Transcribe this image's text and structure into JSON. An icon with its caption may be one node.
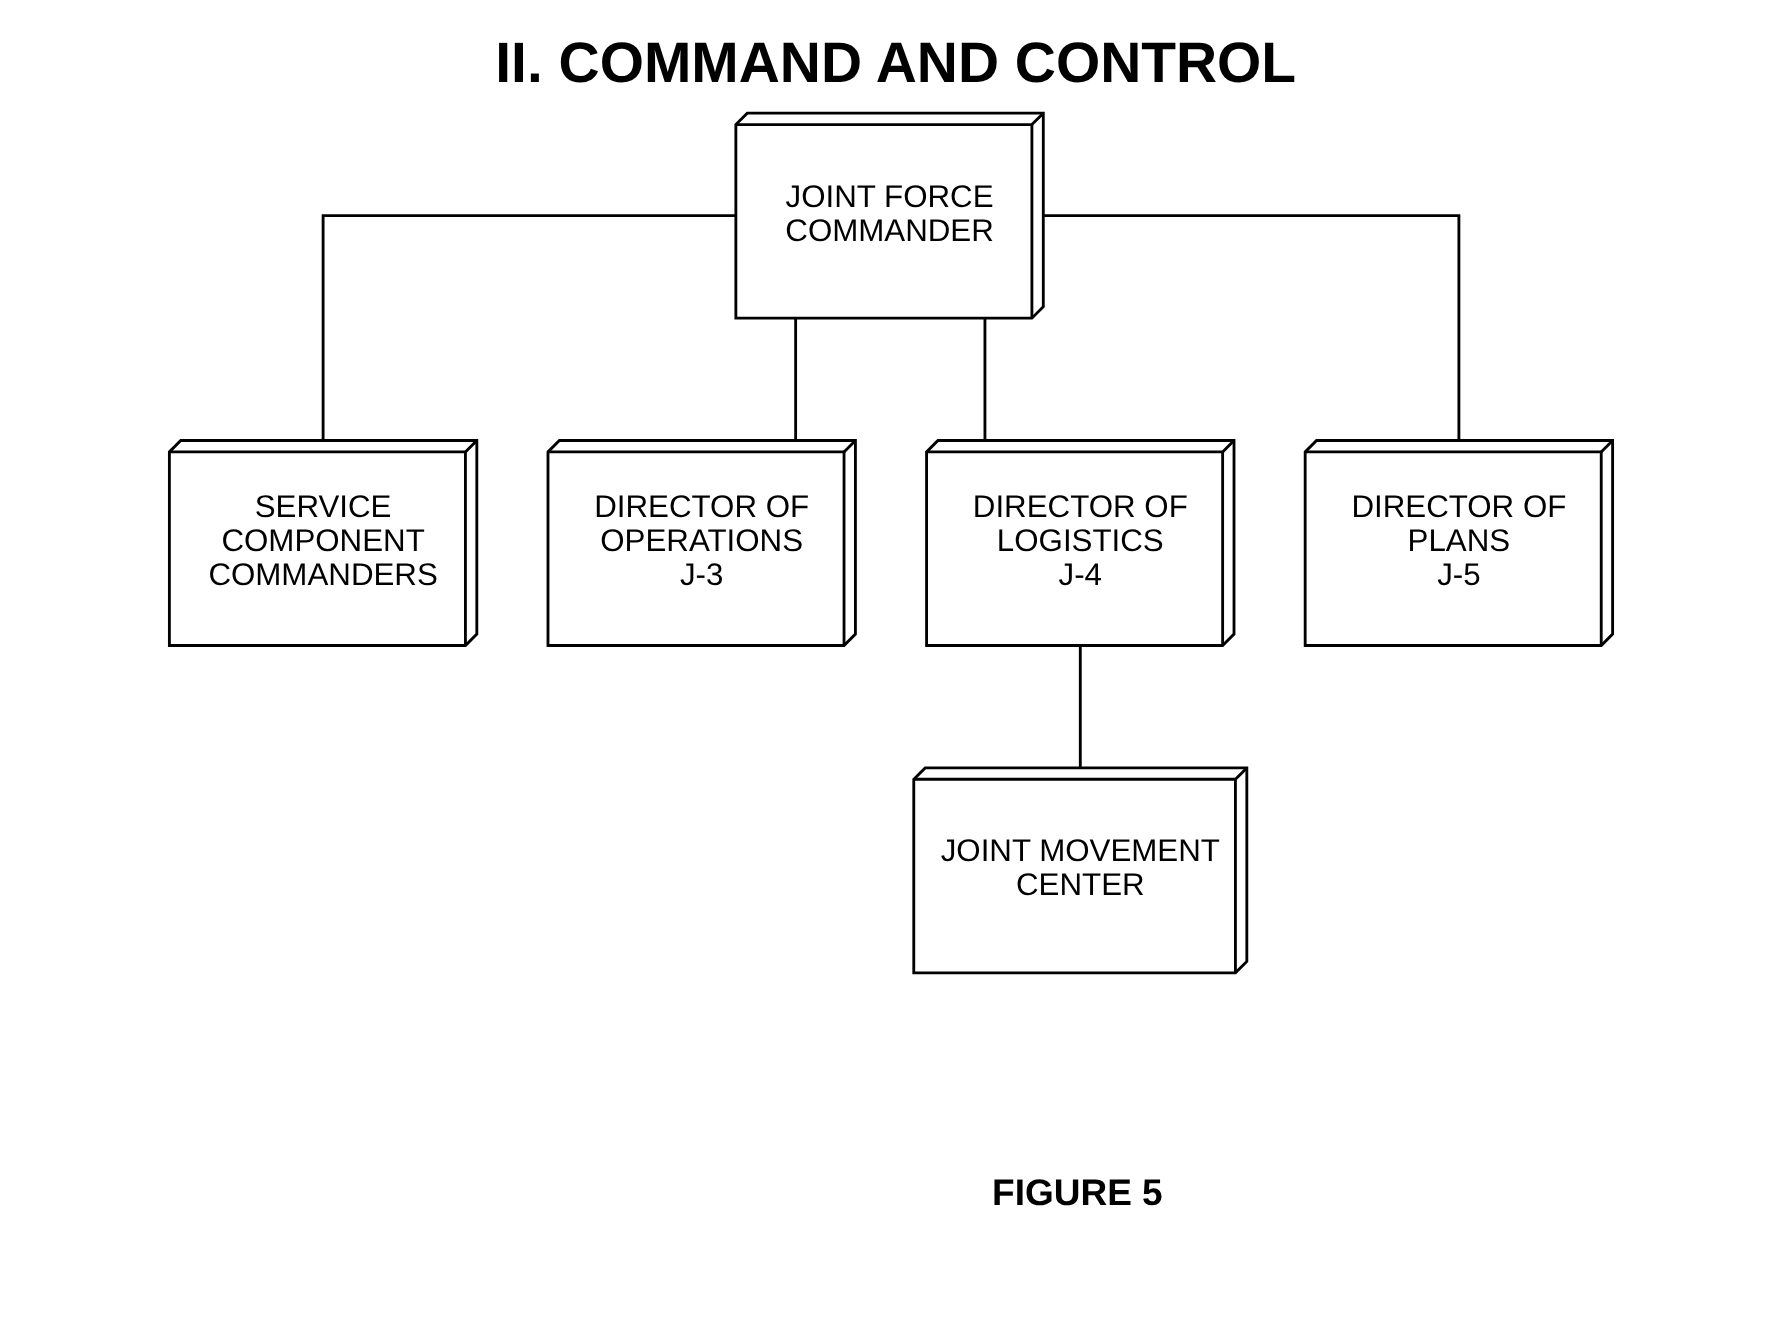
{
  "diagram": {
    "title": "II. COMMAND AND CONTROL",
    "caption": "FIGURE 5",
    "nodes": [
      {
        "text": [
          "JOINT FORCE COMMANDER"
        ]
      },
      {
        "text": [
          "SERVICE COMPONENT COMMANDERS"
        ]
      },
      {
        "text": [
          "DIRECTOR OF OPERATIONS",
          "J-3"
        ]
      },
      {
        "text": [
          "DIRECTOR OF LOGISTICS",
          "J-4"
        ]
      },
      {
        "text": [
          "DIRECTOR OF PLANS",
          "J-5"
        ]
      },
      {
        "text": [
          "JOINT MOVEMENT CENTER"
        ]
      }
    ],
    "edges": [
      {
        "from": 0,
        "to": 1,
        "arrow": "none"
      },
      {
        "from": 0,
        "to": 2,
        "arrow": "none"
      },
      {
        "from": 0,
        "to": 3,
        "arrow": "none"
      },
      {
        "from": 0,
        "to": 4,
        "arrow": "none"
      },
      {
        "from": 3,
        "to": 5,
        "arrow": "none"
      }
    ]
  }
}
